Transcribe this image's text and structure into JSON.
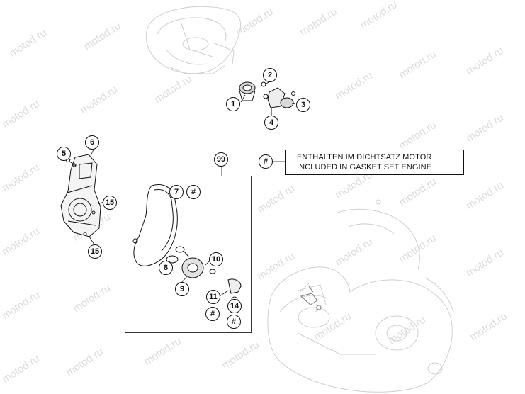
{
  "watermark": {
    "text": "motod.ru"
  },
  "legend": {
    "symbol": "#",
    "line_de": "ENTHALTEN IM DICHTSATZ MOTOR",
    "line_en": "INCLUDED IN GASKET SET ENGINE"
  },
  "callouts": {
    "c1": "1",
    "c2": "2",
    "c3": "3",
    "c4": "4",
    "c5": "5",
    "c6": "6",
    "c7": "7",
    "c7_hash": "#",
    "c8": "8",
    "c9": "9",
    "c10": "10",
    "c11": "11",
    "c11_hash": "#",
    "c14": "14",
    "c14_hash": "#",
    "c15_upper": "15",
    "c15_lower": "15",
    "c99": "99"
  },
  "colors": {
    "line": "#111111",
    "faint_line": "#cfcfcf",
    "watermark": "#dcdcdc",
    "part_fill": "#d9d9d9"
  }
}
